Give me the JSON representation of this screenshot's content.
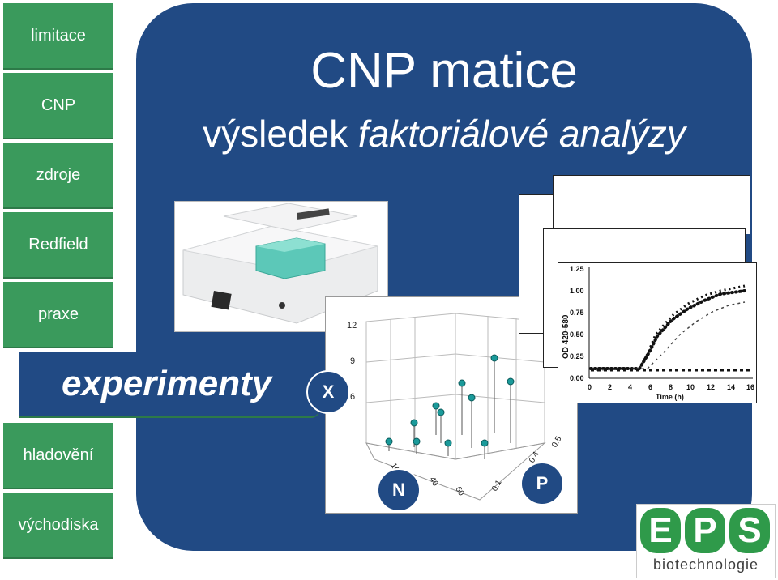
{
  "nav": {
    "items": [
      {
        "label": "limitace"
      },
      {
        "label": "CNP"
      },
      {
        "label": "zdroje"
      },
      {
        "label": "Redfield"
      },
      {
        "label": "praxe"
      },
      {
        "label": "experimenty",
        "active": true
      },
      {
        "label": "hladovění"
      },
      {
        "label": "východiska"
      }
    ]
  },
  "main": {
    "title": "CNP matice",
    "subtitle_plain": "výsledek",
    "subtitle_italic": "faktoriálové analýzy"
  },
  "scatter": {
    "z_ticks": [
      "12",
      "9",
      "6"
    ],
    "x_ticks": [
      "0.1",
      "0.4",
      "0.5"
    ],
    "y_ticks": [
      "10",
      "40",
      "60"
    ]
  },
  "badges": {
    "x": "X",
    "n": "N",
    "p": "P"
  },
  "growth": {
    "y_axis_label": "OD 420-580",
    "x_axis_label": "Time (h)",
    "y_ticks": [
      "1.25",
      "1.00",
      "0.75",
      "0.50",
      "0.25",
      "0.00"
    ],
    "x_ticks": [
      "0",
      "2",
      "4",
      "6",
      "8",
      "10",
      "12",
      "14",
      "16"
    ]
  },
  "logo": {
    "letters": [
      "E",
      "P",
      "S"
    ],
    "text": "biotechnologie"
  },
  "colors": {
    "nav_green": "#3a9a5c",
    "panel_blue": "#214a84",
    "logo_green": "#2f9a4a",
    "marker_teal": "#1a9a9a"
  }
}
